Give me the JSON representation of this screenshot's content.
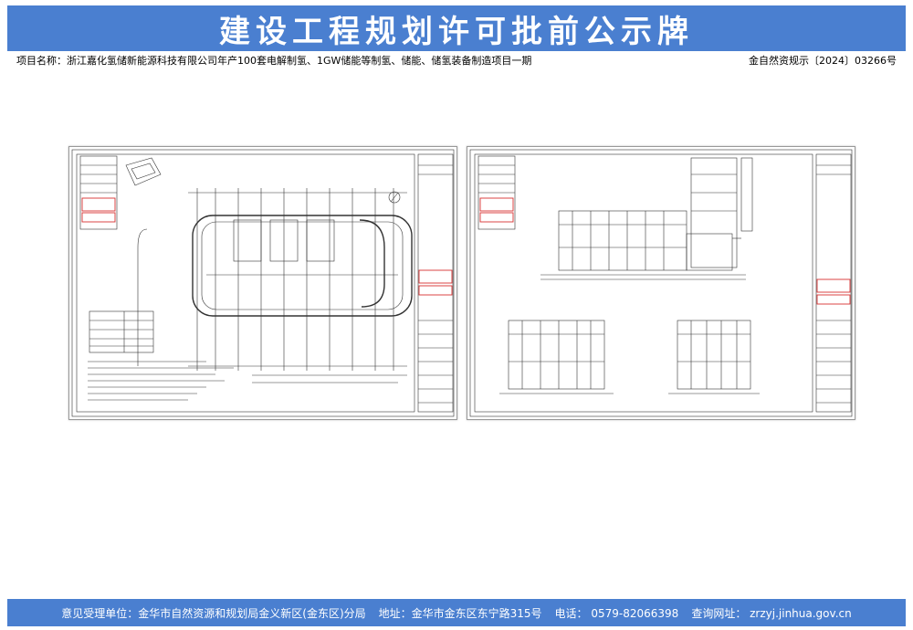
{
  "header": {
    "title": "建设工程规划许可批前公示牌"
  },
  "project": {
    "name": "项目名称：浙江嘉化氢储新能源科技有限公司年产100套电解制氢、1GW储能等制氢、储能、储氢装备制造项目一期",
    "code": "金自然资规示〔2024〕03266号"
  },
  "footer": {
    "office": "意见受理单位：金华市自然资源和规划局金义新区(金东区)分局",
    "address": "地址：金华市金东区东宁路315号",
    "phone": "电话：  0579-82066398",
    "website": "查询网址：   zrzyj.jinhua.gov.cn"
  },
  "colors": {
    "banner": "#4a7fd0",
    "stamp": "#d83030"
  }
}
